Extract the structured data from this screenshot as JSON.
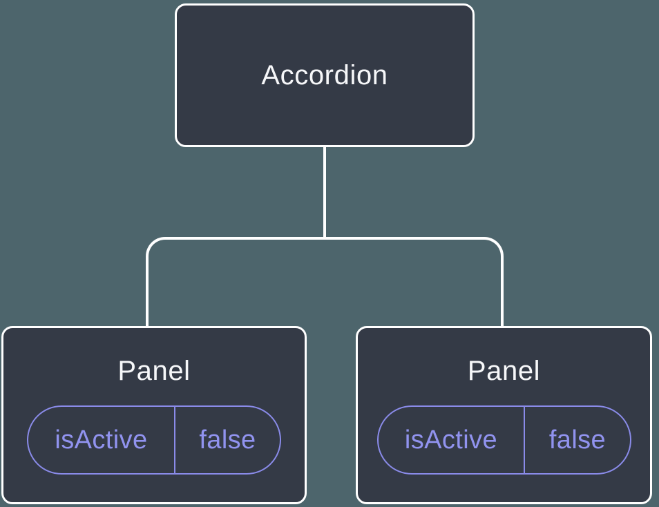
{
  "diagram": {
    "colors": {
      "background": "#4D656C",
      "node_fill": "#343A46",
      "node_border": "#FFFFFF",
      "connector": "#FFFFFF",
      "accent_border": "#8A8BE9",
      "accent_text": "#9193EF",
      "title_text": "#F6F7F9"
    },
    "root": {
      "label": "Accordion"
    },
    "children": [
      {
        "label": "Panel",
        "prop": {
          "name": "isActive",
          "value": "false"
        }
      },
      {
        "label": "Panel",
        "prop": {
          "name": "isActive",
          "value": "false"
        }
      }
    ]
  }
}
